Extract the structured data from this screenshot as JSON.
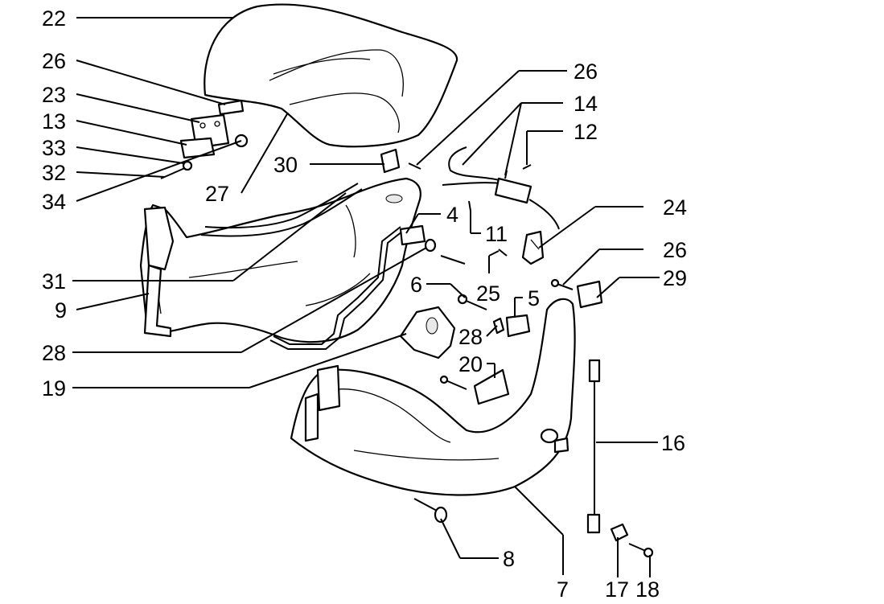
{
  "diagram": {
    "callouts": {
      "p22": "22",
      "p26a": "26",
      "p23": "23",
      "p13": "13",
      "p33": "33",
      "p32": "32",
      "p34": "34",
      "p27": "27",
      "p30": "30",
      "p26b": "26",
      "p14": "14",
      "p12": "12",
      "p24": "24",
      "p4": "4",
      "p11": "11",
      "p26c": "26",
      "p29": "29",
      "p31": "31",
      "p9": "9",
      "p25": "25",
      "p6": "6",
      "p5": "5",
      "p28a": "28",
      "p28b": "28",
      "p19": "19",
      "p20": "20",
      "p16": "16",
      "p8": "8",
      "p7": "7",
      "p17": "17",
      "p18": "18"
    }
  }
}
